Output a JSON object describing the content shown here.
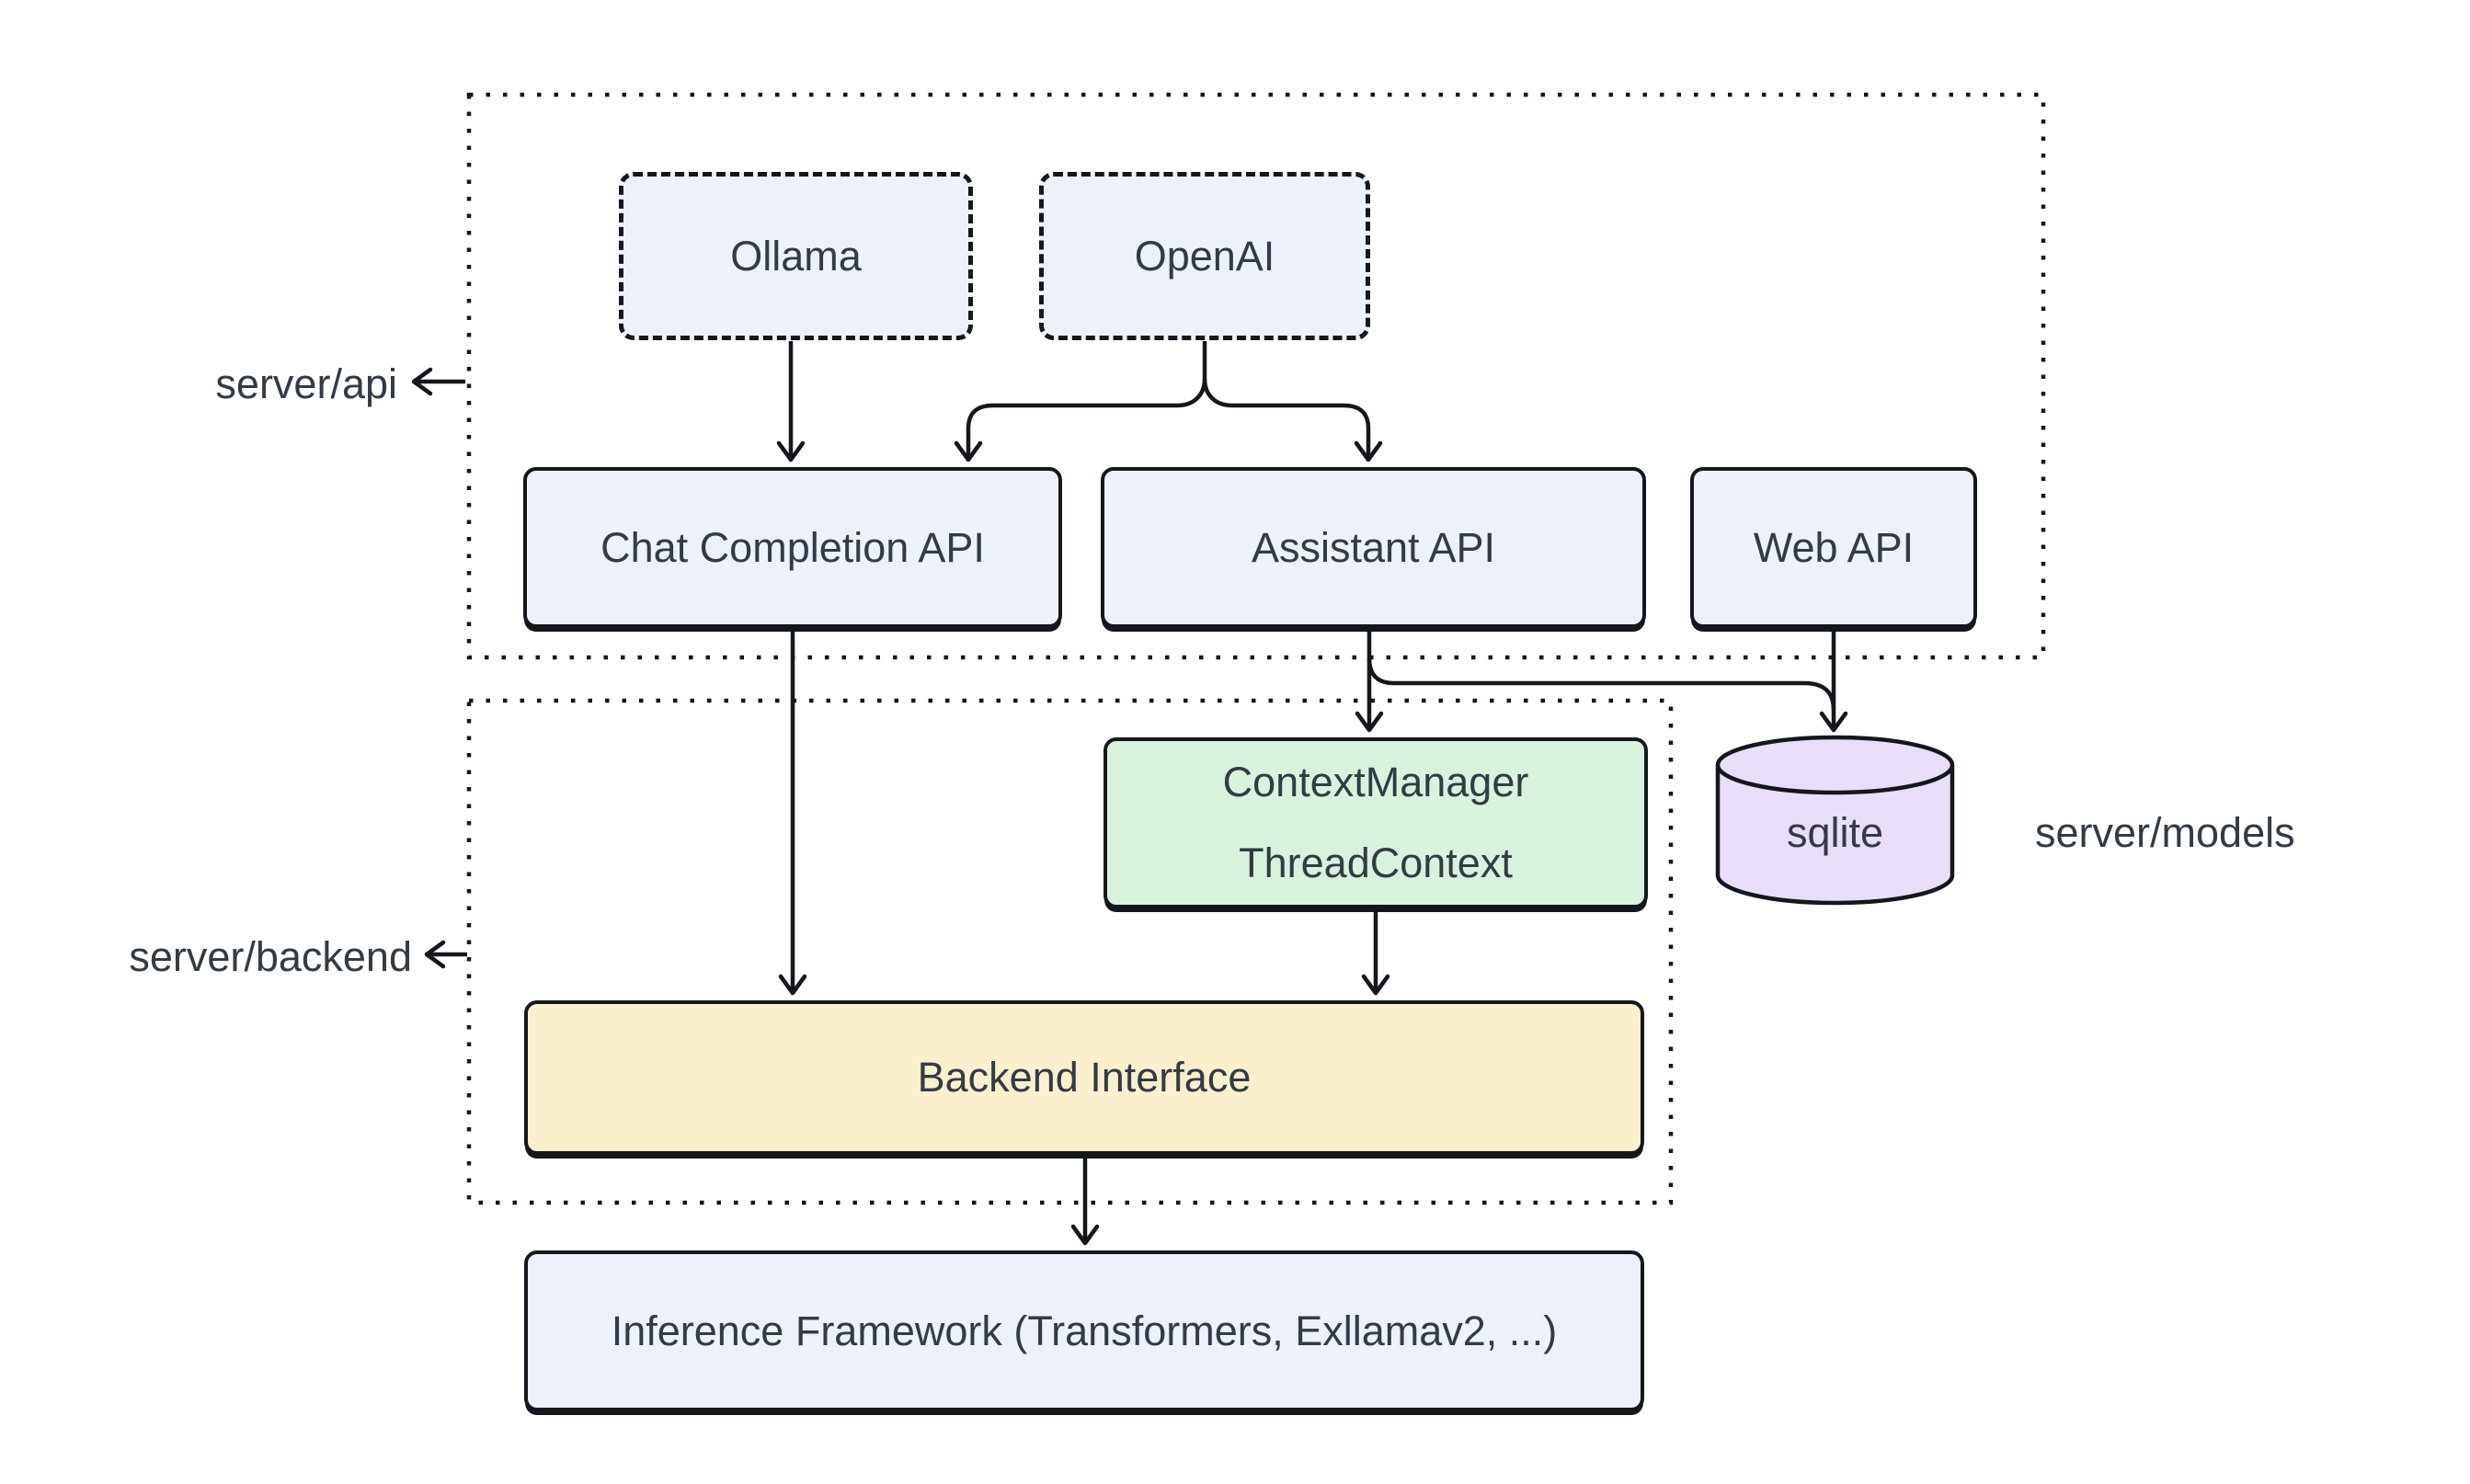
{
  "diagram_type": "architecture-diagram",
  "colors": {
    "background": "#ffffff",
    "node_blue": "#ecf1fa",
    "node_green": "#d9f2de",
    "node_yellow": "#fbf0cd",
    "node_purple": "#e8def7",
    "stroke": "#14171c",
    "text": "#333b45"
  },
  "containers": {
    "api": {
      "label": "server/api"
    },
    "backend": {
      "label": "server/backend"
    }
  },
  "external_labels": {
    "models": "server/models"
  },
  "nodes": {
    "ollama": {
      "label": "Ollama",
      "shape": "dashed-rect",
      "fill": "blue"
    },
    "openai": {
      "label": "OpenAI",
      "shape": "dashed-rect",
      "fill": "blue"
    },
    "chat_api": {
      "label": "Chat Completion API",
      "shape": "rect",
      "fill": "blue"
    },
    "assistant_api": {
      "label": "Assistant API",
      "shape": "rect",
      "fill": "blue"
    },
    "web_api": {
      "label": "Web API",
      "shape": "rect",
      "fill": "blue"
    },
    "context_manager": {
      "label_lines": [
        "ContextManager",
        "ThreadContext"
      ],
      "shape": "rect",
      "fill": "green"
    },
    "sqlite": {
      "label": "sqlite",
      "shape": "cylinder",
      "fill": "purple"
    },
    "backend_interface": {
      "label": "Backend Interface",
      "shape": "rect",
      "fill": "yellow"
    },
    "inference_framework": {
      "label": "Inference Framework (Transformers, Exllamav2, ...)",
      "shape": "rect",
      "fill": "blue"
    }
  },
  "edges": [
    {
      "from": "Ollama",
      "to": "Chat Completion API"
    },
    {
      "from": "OpenAI",
      "to": "Chat Completion API"
    },
    {
      "from": "OpenAI",
      "to": "Assistant API"
    },
    {
      "from": "Chat Completion API",
      "to": "Backend Interface"
    },
    {
      "from": "Assistant API",
      "to": "ContextManager ThreadContext"
    },
    {
      "from": "Assistant API",
      "to": "sqlite"
    },
    {
      "from": "Web API",
      "to": "sqlite"
    },
    {
      "from": "ContextManager ThreadContext",
      "to": "Backend Interface"
    },
    {
      "from": "Backend Interface",
      "to": "Inference Framework (Transformers, Exllamav2, ...)"
    }
  ]
}
